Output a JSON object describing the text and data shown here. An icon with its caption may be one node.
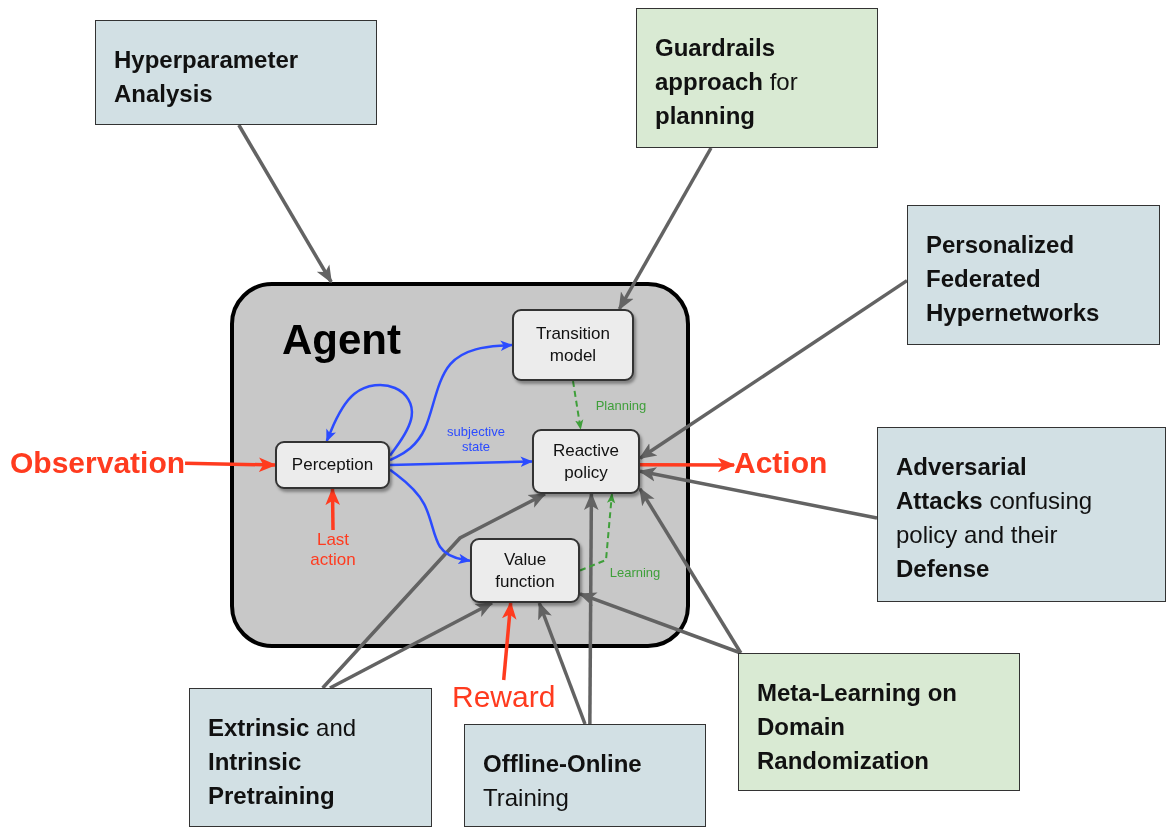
{
  "diagram": {
    "nodes": [
      {
        "text": [
          "Hyperparameter Analysis"
        ]
      },
      {
        "text": [
          "**Guardrails approach** for **planning**"
        ]
      },
      {
        "text": [
          "Personalized Federated Hypernetworks"
        ]
      },
      {
        "text": [
          "Agent"
        ]
      },
      {
        "text": [
          "Transition model"
        ],
        "in": 3
      },
      {
        "text": [
          "Perception"
        ],
        "in": 3
      },
      {
        "text": [
          "Reactive policy"
        ],
        "in": 3
      },
      {
        "text": [
          "Value function"
        ],
        "in": 3
      },
      {
        "text": [
          "Observation"
        ]
      },
      {
        "text": [
          "Action"
        ]
      },
      {
        "text": [
          "Last action"
        ],
        "in": 3
      },
      {
        "text": [
          "Reward"
        ]
      },
      {
        "text": [
          "**Adversarial Attacks** confusing policy and their **Defense**"
        ]
      },
      {
        "text": [
          "**Extrinsic** and **Intrinsic Pretraining**"
        ]
      },
      {
        "text": [
          "**Offline-Online** Training"
        ]
      },
      {
        "text": [
          "Meta-Learning on Domain Randomization"
        ]
      }
    ],
    "edges": [
      {
        "from": 0,
        "to": 3,
        "arrow": "to"
      },
      {
        "from": 1,
        "to": 4,
        "arrow": "to"
      },
      {
        "from": 2,
        "to": 6,
        "arrow": "to"
      },
      {
        "from": 12,
        "to": 6,
        "arrow": "to"
      },
      {
        "from": 13,
        "to": 6,
        "arrow": "to"
      },
      {
        "from": 13,
        "to": 7,
        "arrow": "to"
      },
      {
        "from": 14,
        "to": 7,
        "arrow": "to"
      },
      {
        "from": 14,
        "to": 6,
        "arrow": "to"
      },
      {
        "from": 15,
        "to": 7,
        "arrow": "to"
      },
      {
        "from": 15,
        "to": 6,
        "arrow": "to"
      },
      {
        "from": 8,
        "to": 5,
        "arrow": "to",
        "color": "#ff3b1f"
      },
      {
        "from": 6,
        "to": 9,
        "arrow": "to",
        "color": "#ff3b1f"
      },
      {
        "from": 10,
        "to": 5,
        "arrow": "to",
        "color": "#ff3b1f"
      },
      {
        "from": 11,
        "to": 7,
        "arrow": "to",
        "color": "#ff3b1f"
      },
      {
        "from": 5,
        "to": 5,
        "arrow": "to",
        "color": "#2b4bff"
      },
      {
        "from": 5,
        "to": 4,
        "arrow": "to",
        "color": "#2b4bff"
      },
      {
        "from": 5,
        "to": 6,
        "arrow": "to",
        "label": "subjective state",
        "color": "#2b4bff"
      },
      {
        "from": 5,
        "to": 7,
        "arrow": "to",
        "color": "#2b4bff"
      },
      {
        "from": 4,
        "to": 6,
        "arrow": "to",
        "label": "Planning",
        "style": "dashed",
        "color": "#3f9f3a"
      },
      {
        "from": 7,
        "to": 6,
        "arrow": "to",
        "label": "Learning",
        "style": "dashed",
        "color": "#3f9f3a"
      }
    ]
  }
}
